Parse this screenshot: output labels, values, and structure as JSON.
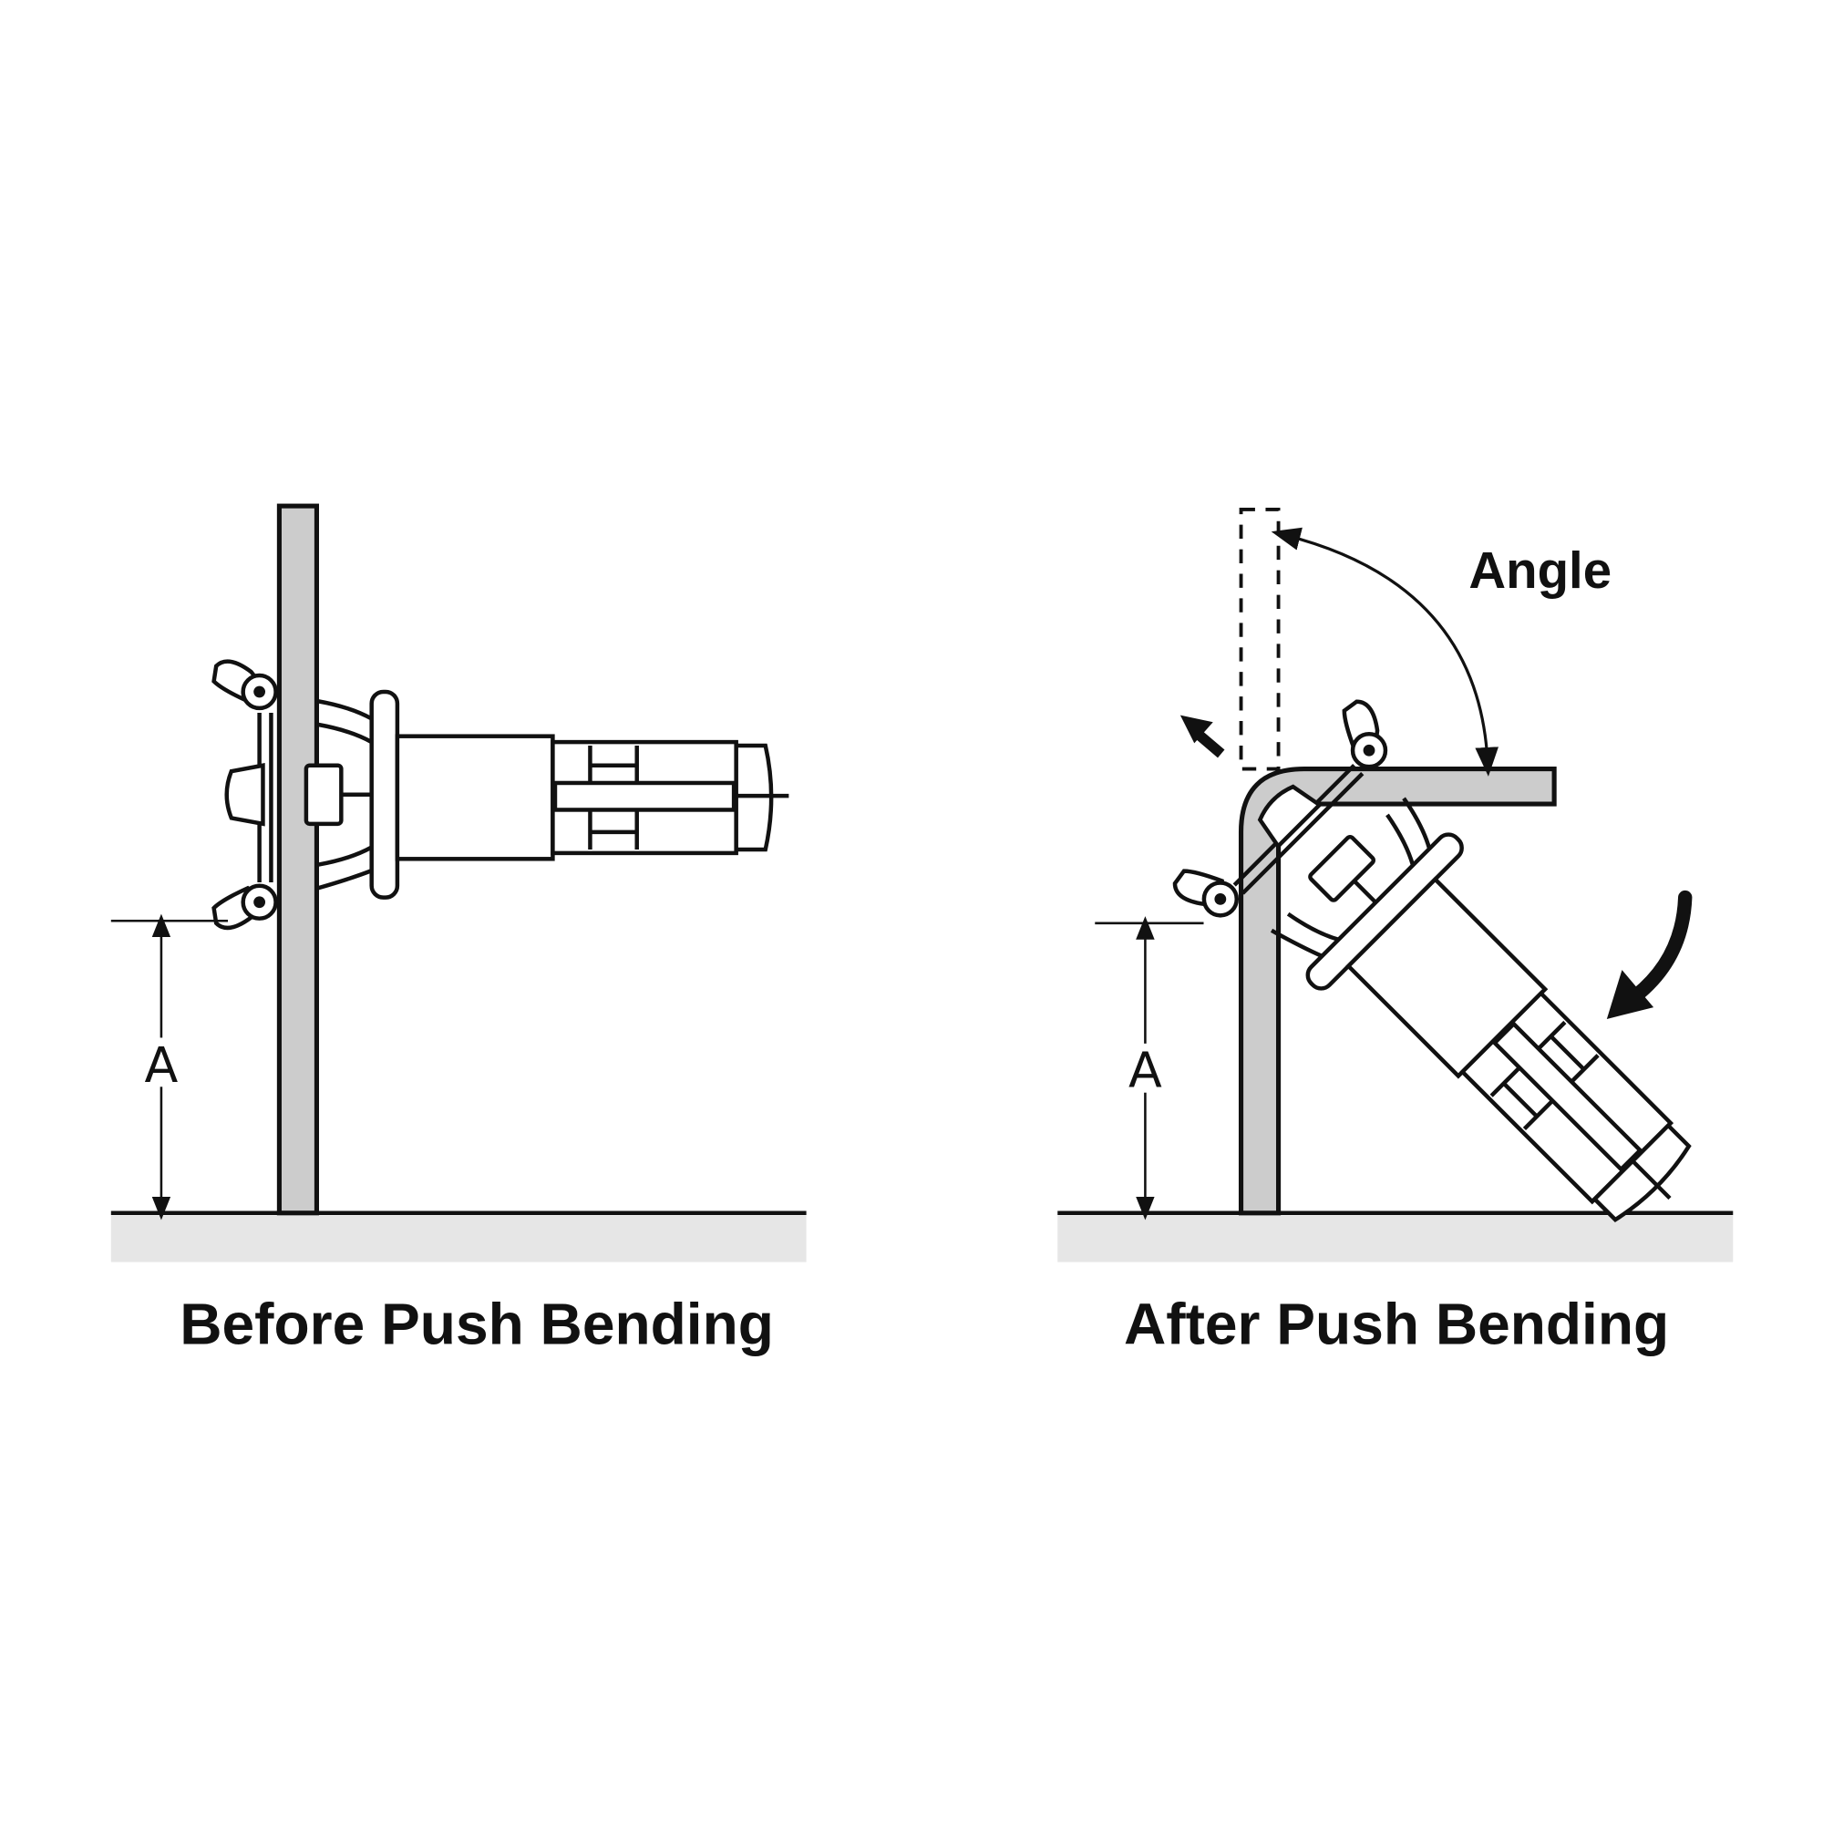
{
  "left_panel": {
    "caption": "Before Push Bending",
    "dimension_label": "A"
  },
  "right_panel": {
    "caption": "After Push Bending",
    "dimension_label": "A",
    "angle_label": "Angle"
  },
  "colors": {
    "bar_fill": "#cccccc",
    "ground_band": "#e6e6e6",
    "stroke": "#111111"
  }
}
